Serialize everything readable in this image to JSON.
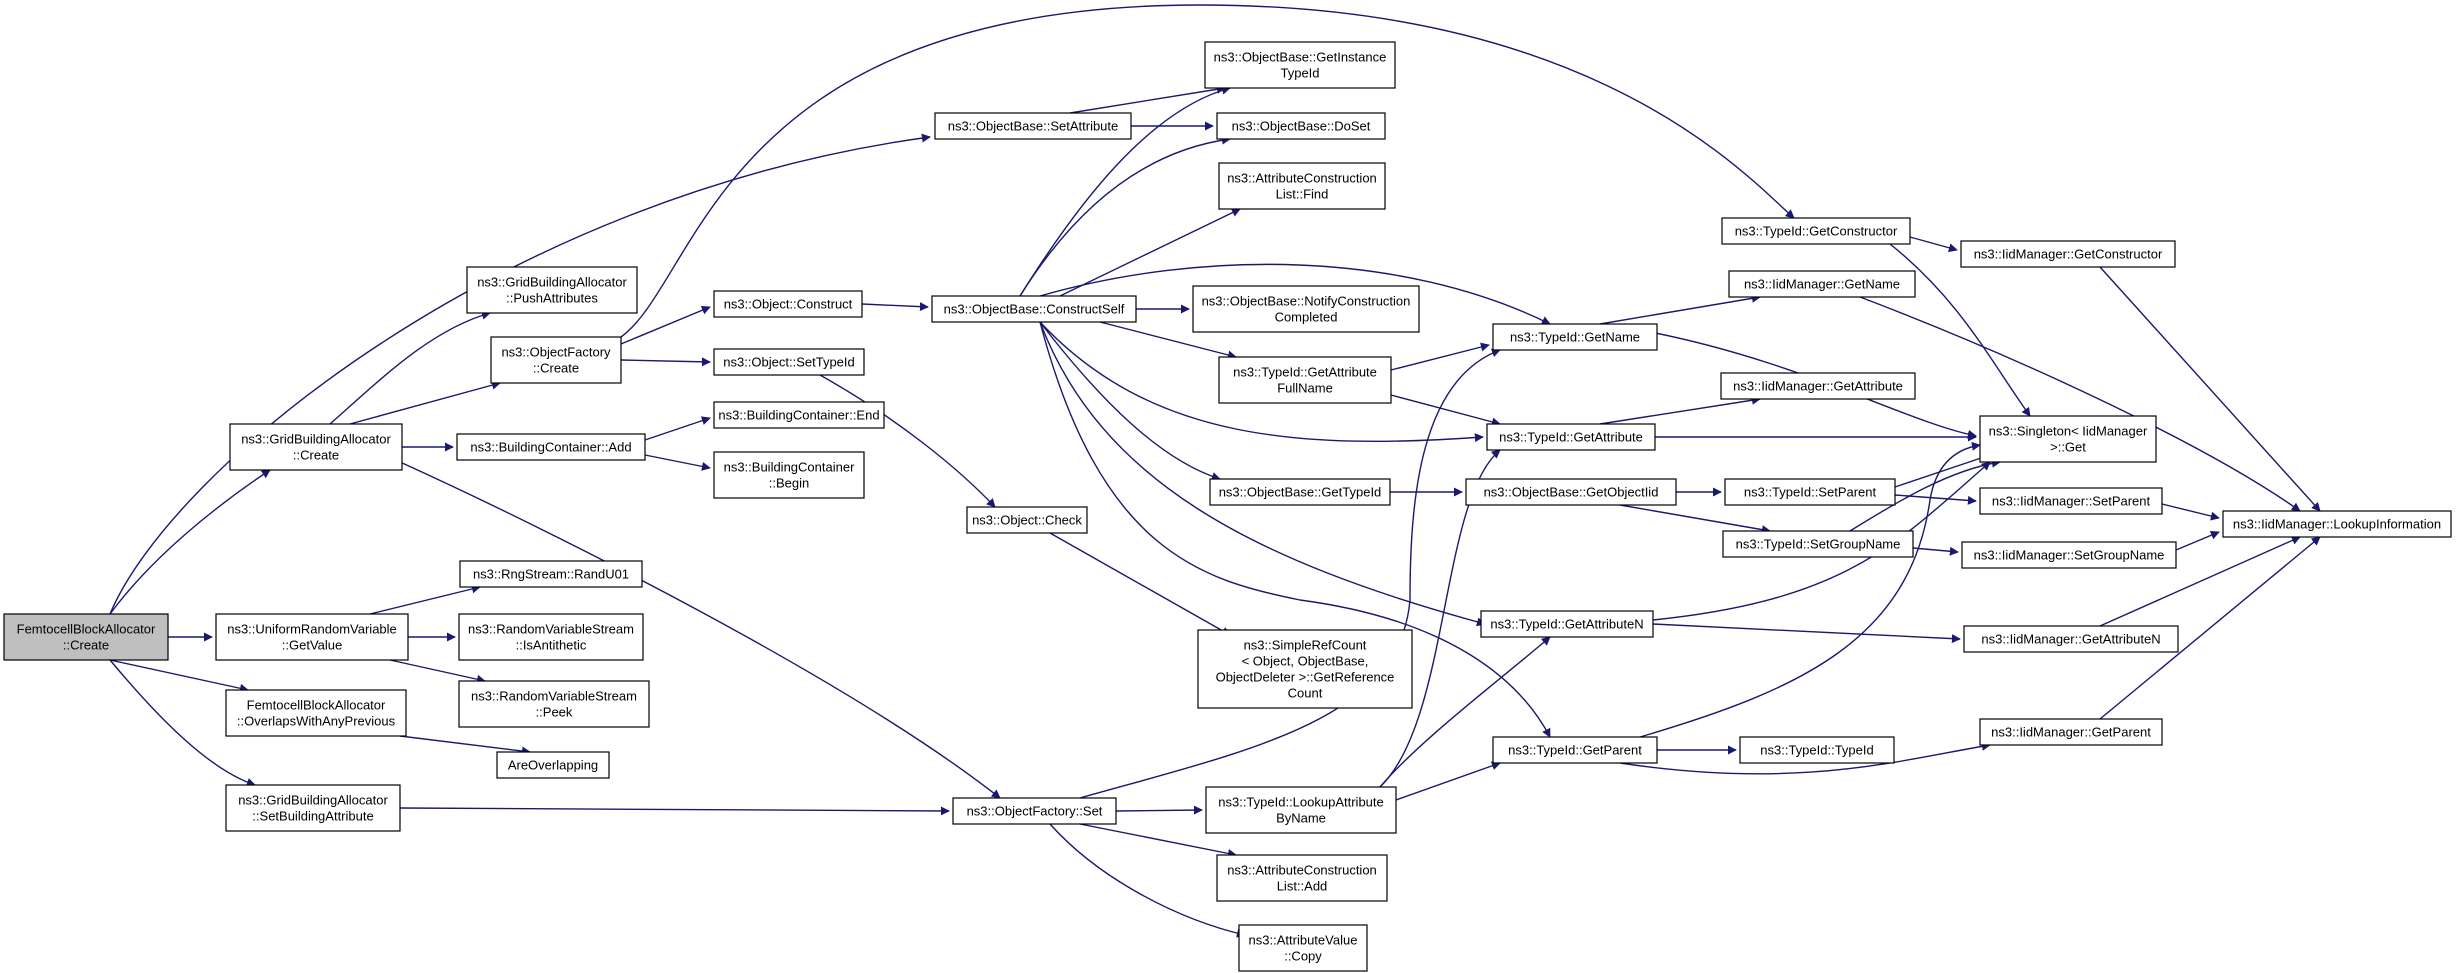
{
  "colors": {
    "edge": "#191970",
    "node_border": "#000000",
    "node_fill": "#ffffff",
    "root_fill": "#bfbfbf"
  },
  "nodes": {
    "femto_create": [
      "FemtocellBlockAllocator",
      "::Create"
    ],
    "gba_create": [
      "ns3::GridBuildingAllocator",
      "::Create"
    ],
    "gba_push": [
      "ns3::GridBuildingAllocator",
      "::PushAttributes"
    ],
    "urv_getvalue": [
      "ns3::UniformRandomVariable",
      "::GetValue"
    ],
    "femto_overlaps": [
      "FemtocellBlockAllocator",
      "::OverlapsWithAnyPrevious"
    ],
    "gba_setbuilding": [
      "ns3::GridBuildingAllocator",
      "::SetBuildingAttribute"
    ],
    "of_create": [
      "ns3::ObjectFactory",
      "::Create"
    ],
    "bc_add": [
      "ns3::BuildingContainer::Add"
    ],
    "rng_randu01": [
      "ns3::RngStream::RandU01"
    ],
    "rvs_isantithetic": [
      "ns3::RandomVariableStream",
      "::IsAntithetic"
    ],
    "rvs_peek": [
      "ns3::RandomVariableStream",
      "::Peek"
    ],
    "are_overlapping": [
      "AreOverlapping"
    ],
    "obj_construct": [
      "ns3::Object::Construct"
    ],
    "obj_settypeid": [
      "ns3::Object::SetTypeId"
    ],
    "bc_end": [
      "ns3::BuildingContainer::End"
    ],
    "bc_begin": [
      "ns3::BuildingContainer",
      "::Begin"
    ],
    "ob_setattribute": [
      "ns3::ObjectBase::SetAttribute"
    ],
    "ob_constructself": [
      "ns3::ObjectBase::ConstructSelf"
    ],
    "obj_check": [
      "ns3::Object::Check"
    ],
    "of_set": [
      "ns3::ObjectFactory::Set"
    ],
    "ob_getinstancetypeid": [
      "ns3::ObjectBase::GetInstance",
      "TypeId"
    ],
    "ob_doset": [
      "ns3::ObjectBase::DoSet"
    ],
    "acl_find": [
      "ns3::AttributeConstruction",
      "List::Find"
    ],
    "ob_notify": [
      "ns3::ObjectBase::NotifyConstruction",
      "Completed"
    ],
    "tid_getattrfullname": [
      "ns3::TypeId::GetAttribute",
      "FullName"
    ],
    "ob_gettypeid": [
      "ns3::ObjectBase::GetTypeId"
    ],
    "src_getrefcount": [
      "ns3::SimpleRefCount",
      "< Object, ObjectBase,",
      "ObjectDeleter >::GetReference",
      "Count"
    ],
    "tid_lookupattr": [
      "ns3::TypeId::LookupAttribute",
      "ByName"
    ],
    "acl_add": [
      "ns3::AttributeConstruction",
      "List::Add"
    ],
    "av_copy": [
      "ns3::AttributeValue",
      "::Copy"
    ],
    "tid_getname": [
      "ns3::TypeId::GetName"
    ],
    "tid_getattribute": [
      "ns3::TypeId::GetAttribute"
    ],
    "ob_getobjectiid": [
      "ns3::ObjectBase::GetObjectIid"
    ],
    "tid_getattributen": [
      "ns3::TypeId::GetAttributeN"
    ],
    "tid_getparent": [
      "ns3::TypeId::GetParent"
    ],
    "tid_getconstructor": [
      "ns3::TypeId::GetConstructor"
    ],
    "iid_getname": [
      "ns3::IidManager::GetName"
    ],
    "iid_getattribute": [
      "ns3::IidManager::GetAttribute"
    ],
    "tid_setparent": [
      "ns3::TypeId::SetParent"
    ],
    "tid_setgroupname": [
      "ns3::TypeId::SetGroupName"
    ],
    "tid_typeid": [
      "ns3::TypeId::TypeId"
    ],
    "iid_getconstructor": [
      "ns3::IidManager::GetConstructor"
    ],
    "singleton_get": [
      "ns3::Singleton< IidManager",
      ">::Get"
    ],
    "iid_setparent": [
      "ns3::IidManager::SetParent"
    ],
    "iid_setgroupname": [
      "ns3::IidManager::SetGroupName"
    ],
    "iid_getattributen": [
      "ns3::IidManager::GetAttributeN"
    ],
    "iid_getparent": [
      "ns3::IidManager::GetParent"
    ],
    "iid_lookupinfo": [
      "ns3::IidManager::LookupInformation"
    ]
  }
}
